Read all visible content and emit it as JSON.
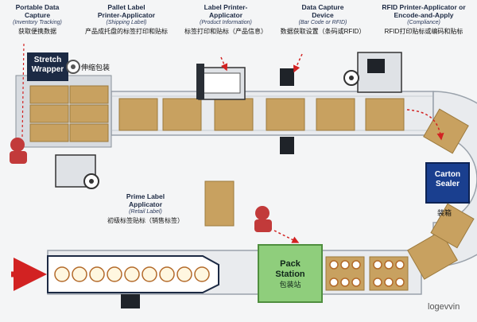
{
  "labels": {
    "portable": {
      "title_1": "Portable Data",
      "title_2": "Capture",
      "sub": "(Inventory Tracking)",
      "cn": "获取便携数据"
    },
    "pallet": {
      "title_1": "Pallet Label",
      "title_2": "Printer-Applicator",
      "sub": "(Shipping Label)",
      "cn": "产品成托盘的标签打印和贴标"
    },
    "label_printer": {
      "title_1": "Label Printer-",
      "title_2": "Applicator",
      "sub": "(Product Information)",
      "cn": "标签打印和贴标（产品信息）"
    },
    "data_capture": {
      "title_1": "Data Capture",
      "title_2": "Device",
      "sub": "(Bar Code or RFID)",
      "cn": "数据获取设置（条码或RFID）"
    },
    "rfid": {
      "title_1": "RFID Printer-Applicator or",
      "title_2": "Encode-and-Apply",
      "sub": "(Compliance)",
      "cn": "RFID打印贴标或编码和贴标"
    },
    "prime": {
      "title_1": "Prime Label",
      "title_2": "Applicator",
      "sub": "(Retail Label)",
      "cn": "初级标签贴标（销售标签）"
    }
  },
  "stations": {
    "stretch_wrapper": {
      "line1": "Stretch",
      "line2": "Wrapper",
      "cn": "伸缩包装"
    },
    "carton_sealer": {
      "line1": "Carton",
      "line2": "Sealer",
      "cn": "装箱"
    },
    "pack_station": {
      "line1": "Pack",
      "line2": "Station",
      "cn": "包装站"
    }
  },
  "watermark": "logevvin",
  "colors": {
    "conveyor": "#e9ebee",
    "conveyor_edge": "#9aa2ab",
    "box": "#c8a160",
    "box_dark": "#9c7a3d",
    "station_dark": "#1c2a44",
    "carton_blue": "#1a3f8f",
    "pack_green": "#8fce7c",
    "arrow_red": "#d22222",
    "worker_red": "#c23a3a"
  }
}
